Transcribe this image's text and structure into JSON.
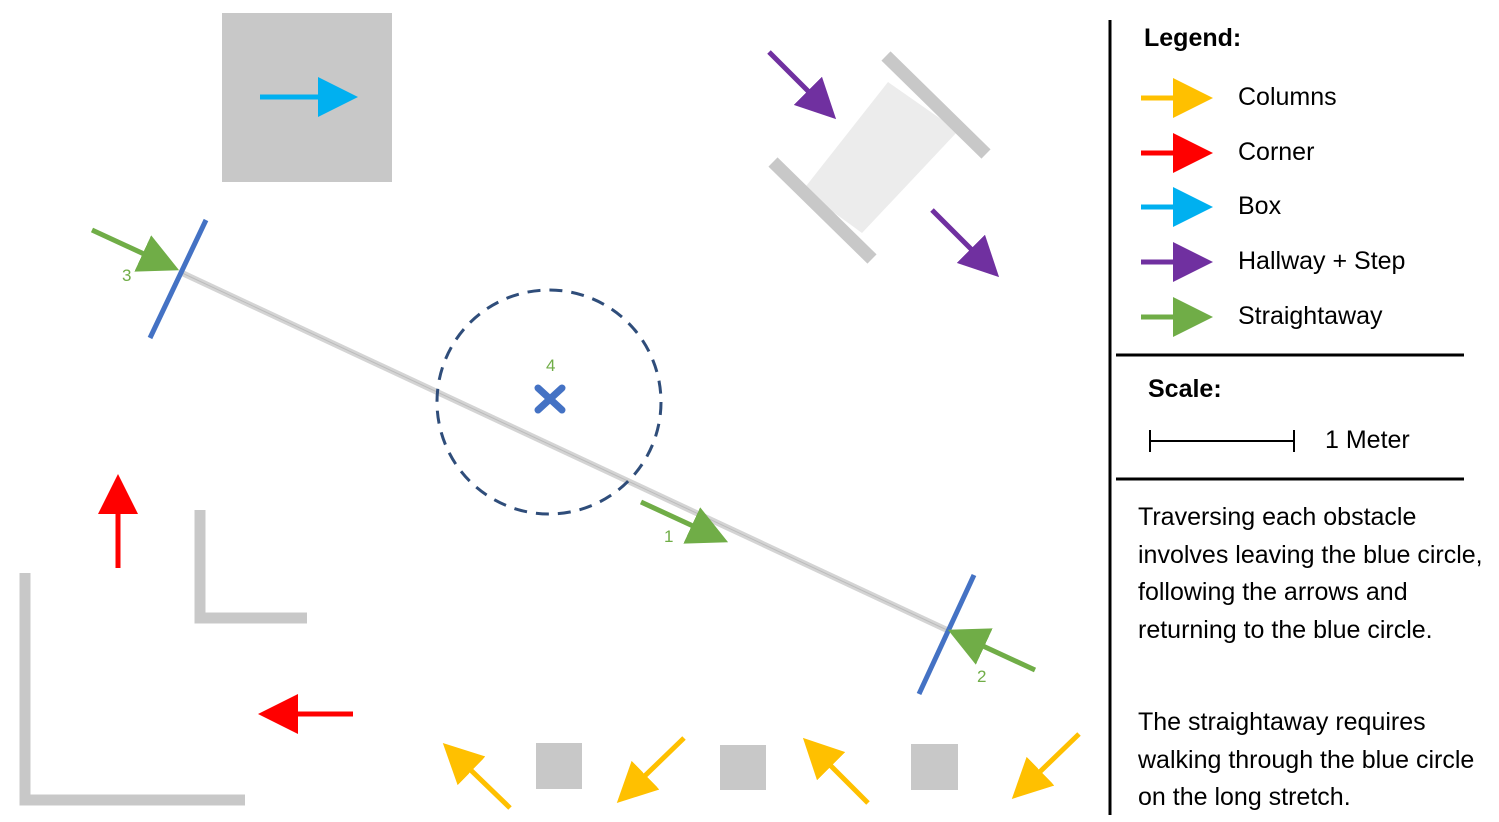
{
  "legend": {
    "title": "Legend:",
    "items": [
      {
        "label": "Columns",
        "color": "#ffc000"
      },
      {
        "label": "Corner",
        "color": "#ff0000"
      },
      {
        "label": "Box",
        "color": "#00b0f0"
      },
      {
        "label": "Hallway + Step",
        "color": "#7030a0"
      },
      {
        "label": "Straightaway",
        "color": "#70ad47"
      }
    ]
  },
  "scale": {
    "title": "Scale:",
    "label": "1 Meter"
  },
  "description": [
    "Traversing each obstacle involves leaving the blue circle, following the arrows and returning to the blue circle.",
    "The straightaway requires walking through the blue circle on the long stretch."
  ],
  "markers": {
    "m1": "1",
    "m2": "2",
    "m3": "3",
    "m4": "4"
  },
  "colors": {
    "obstacle_gray": "#c8c8c8",
    "gate_blue": "#4472c4",
    "circle_navy": "#2f4d7a",
    "path_light": "#d9d9d9"
  }
}
